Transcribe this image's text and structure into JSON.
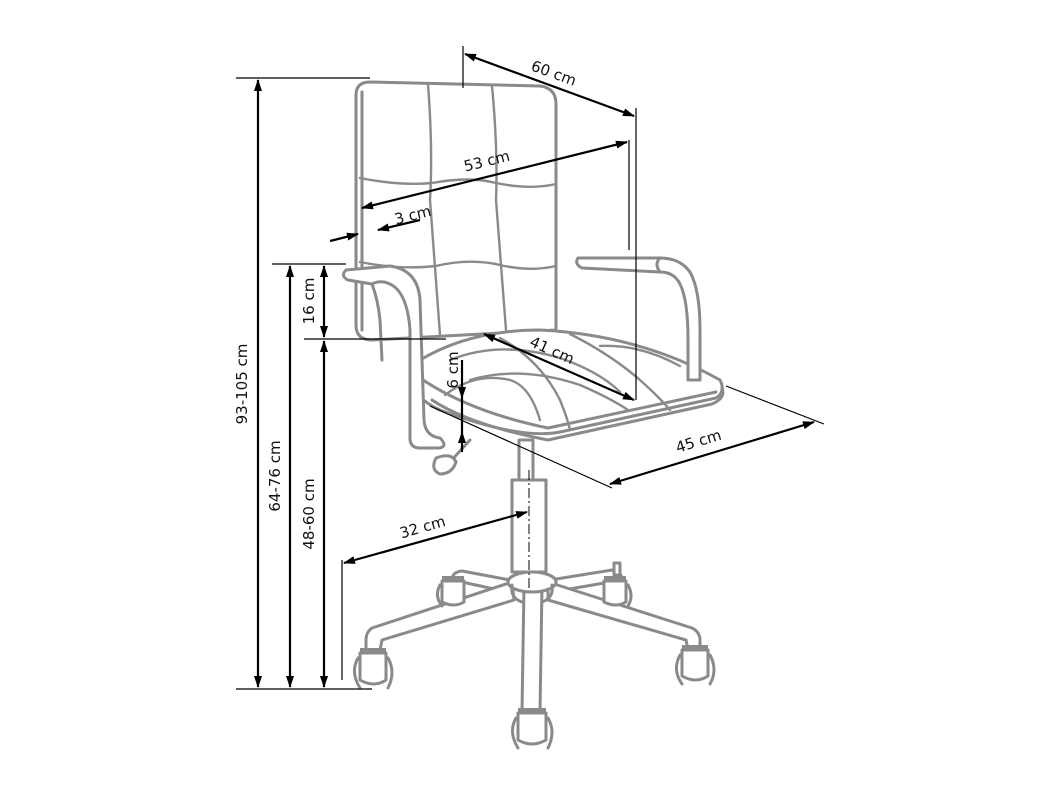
{
  "diagram": {
    "subject": "Office swivel chair with armrests - dimension drawing",
    "unit": "cm",
    "colors": {
      "background": "#ffffff",
      "chair_outline": "#8a8a8a",
      "dimension_lines": "#000000"
    },
    "dimensions": {
      "total_height": {
        "label": "93-105 cm",
        "meaning": "overall height"
      },
      "armrest_height": {
        "label": "64-76 cm",
        "meaning": "floor to armrest top"
      },
      "seat_height": {
        "label": "48-60 cm",
        "meaning": "floor to seat"
      },
      "armrest_above_seat": {
        "label": "16 cm",
        "meaning": "seat to armrest top"
      },
      "seat_thickness": {
        "label": "6 cm",
        "meaning": "seat cushion thickness"
      },
      "overall_width": {
        "label": "60 cm",
        "meaning": "overall width"
      },
      "backrest_width": {
        "label": "53 cm",
        "meaning": "backrest width"
      },
      "backrest_thickness": {
        "label": "3 cm",
        "meaning": "backrest thickness"
      },
      "seat_depth": {
        "label": "41 cm",
        "meaning": "seat depth"
      },
      "seat_width": {
        "label": "45 cm",
        "meaning": "seat width"
      },
      "base_radius": {
        "label": "32 cm",
        "meaning": "base radius"
      }
    },
    "parts": [
      "backrest",
      "armrests",
      "seat cushion",
      "gas lift",
      "height lever",
      "five-star base",
      "casters"
    ]
  }
}
